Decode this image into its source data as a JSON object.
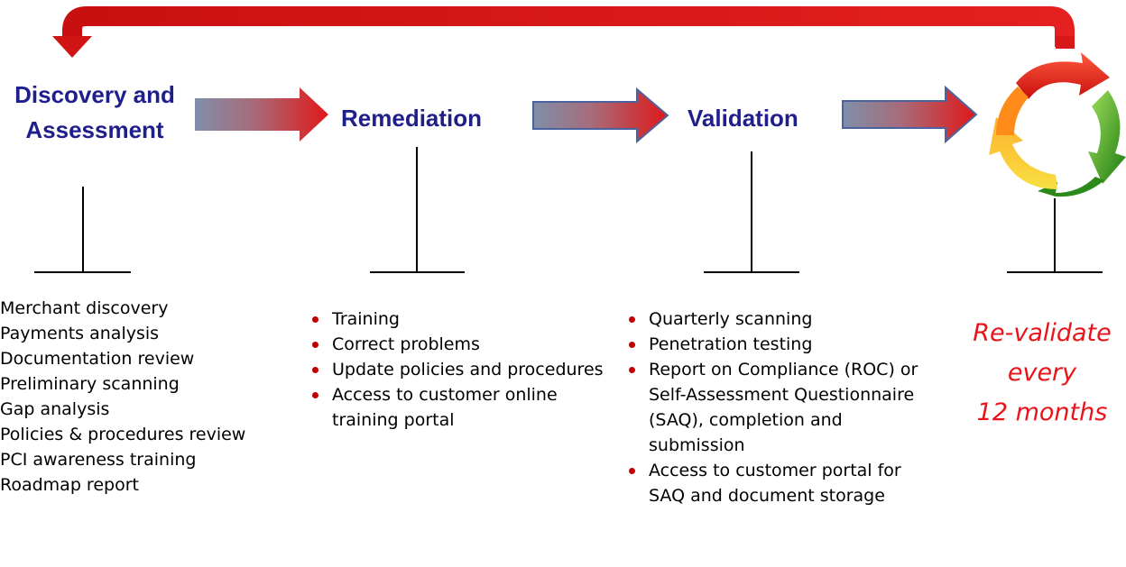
{
  "phases": [
    {
      "title": "Discovery and Assessment",
      "items": [
        "Merchant discovery",
        "Payments analysis",
        "Documentation review",
        "Preliminary scanning",
        "Gap analysis",
        "Policies & procedures review",
        "PCI awareness training",
        "Roadmap report"
      ]
    },
    {
      "title": "Remediation",
      "items": [
        "Training",
        "Correct problems",
        "Update policies and procedures",
        "Access to customer online training portal"
      ]
    },
    {
      "title": "Validation",
      "items": [
        "Quarterly scanning",
        "Penetration testing",
        "Report on Compliance (ROC) or Self-Assessment Questionnaire (SAQ), completion and submission",
        "Access to customer portal for SAQ and document storage"
      ]
    }
  ],
  "final": {
    "line1": "Re-validate",
    "line2": "every",
    "line3": "12 months"
  },
  "colors": {
    "title": "#1f1f8c",
    "accent_red": "#e8141a",
    "bullet": "#c00000",
    "arrow_grey": "#7f8faa",
    "arrow_red": "#e01818"
  },
  "icons": {
    "cycle": "circular-refresh-arrows-icon",
    "return_arrow": "curved-return-arrow",
    "flow_arrow": "right-block-arrow"
  }
}
